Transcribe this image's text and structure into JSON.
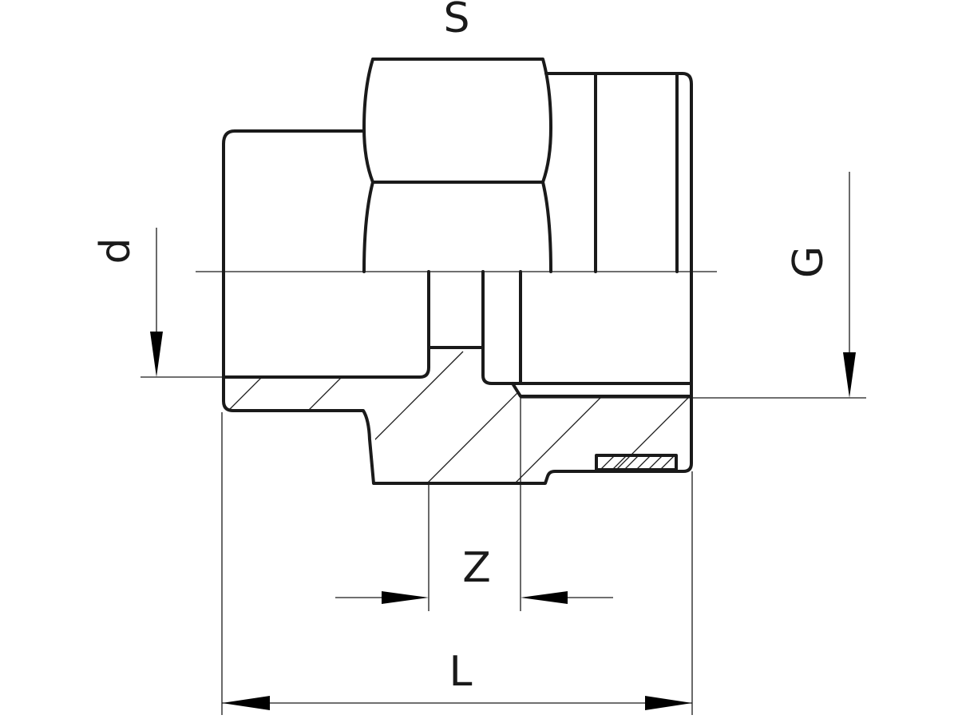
{
  "labels": {
    "S": "S",
    "d": "d",
    "G": "G",
    "Z": "Z",
    "L": "L"
  },
  "colors": {
    "line": "#1a1a1a",
    "background": "#ffffff"
  }
}
